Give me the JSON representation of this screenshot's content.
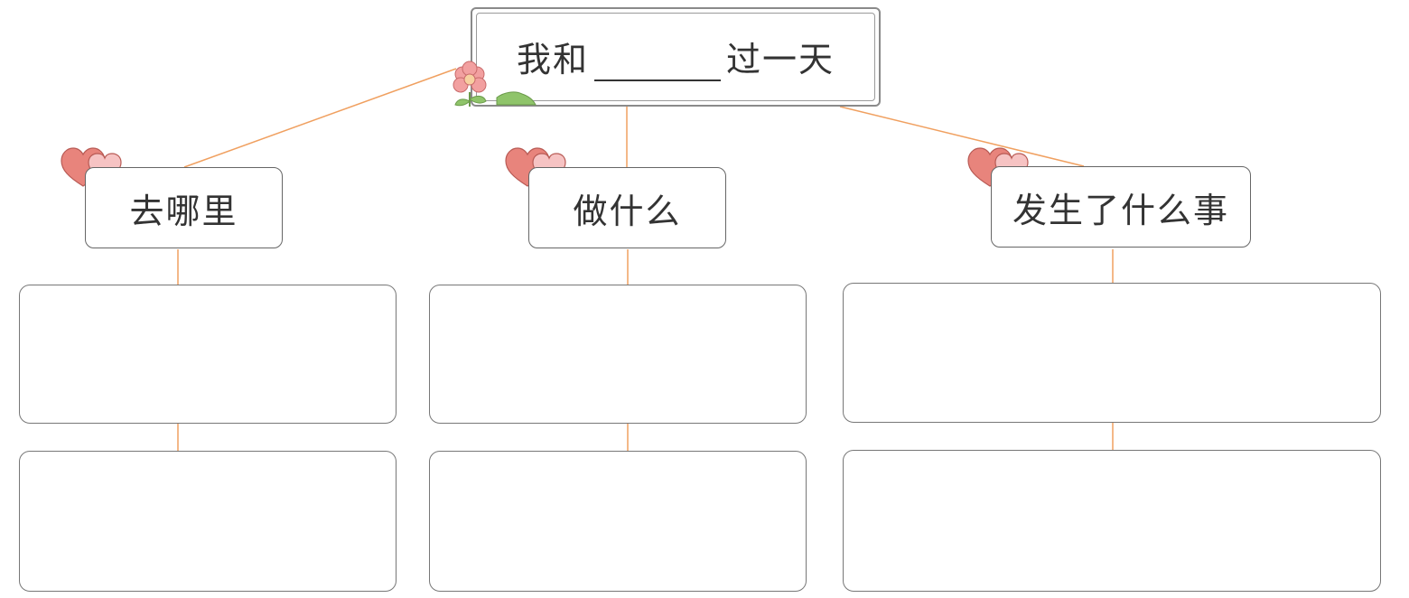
{
  "title": {
    "before": "我和",
    "after": "过一天"
  },
  "categories": [
    {
      "label": "去哪里"
    },
    {
      "label": "做什么"
    },
    {
      "label": "发生了什么事"
    }
  ],
  "colors": {
    "connector": "#f0a060",
    "border": "#666666",
    "heart_dark": "#e8847c",
    "heart_light": "#f6c3c3",
    "flower": "#f2a0a0",
    "leaf": "#8fc46a"
  },
  "icons": [
    "hearts-icon",
    "flower-icon"
  ]
}
